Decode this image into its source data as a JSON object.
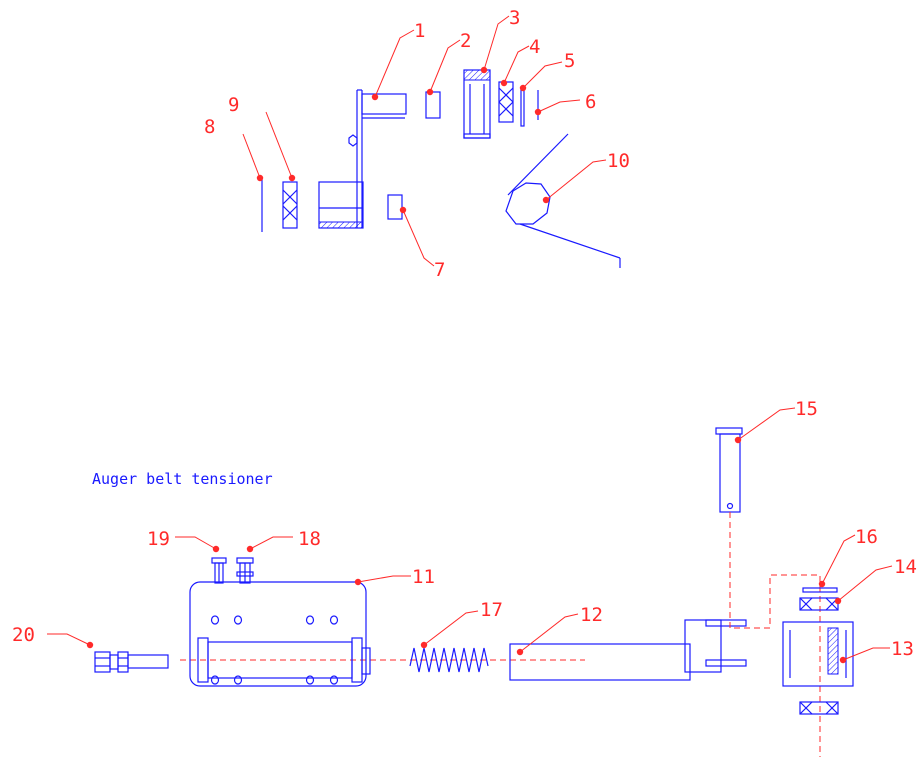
{
  "title": "Auger belt tensioner",
  "colors": {
    "part_lines": "#1a1aff",
    "callouts": "#ff2a2a",
    "background": "#ffffff"
  },
  "callouts": [
    {
      "id": "callout-1",
      "label": "1"
    },
    {
      "id": "callout-2",
      "label": "2"
    },
    {
      "id": "callout-3",
      "label": "3"
    },
    {
      "id": "callout-4",
      "label": "4"
    },
    {
      "id": "callout-5",
      "label": "5"
    },
    {
      "id": "callout-6",
      "label": "6"
    },
    {
      "id": "callout-7",
      "label": "7"
    },
    {
      "id": "callout-8",
      "label": "8"
    },
    {
      "id": "callout-9",
      "label": "9"
    },
    {
      "id": "callout-10",
      "label": "10"
    },
    {
      "id": "callout-11",
      "label": "11"
    },
    {
      "id": "callout-12",
      "label": "12"
    },
    {
      "id": "callout-13",
      "label": "13"
    },
    {
      "id": "callout-14",
      "label": "14"
    },
    {
      "id": "callout-15",
      "label": "15"
    },
    {
      "id": "callout-16",
      "label": "16"
    },
    {
      "id": "callout-17",
      "label": "17"
    },
    {
      "id": "callout-18",
      "label": "18"
    },
    {
      "id": "callout-19",
      "label": "19"
    },
    {
      "id": "callout-20",
      "label": "20"
    }
  ]
}
